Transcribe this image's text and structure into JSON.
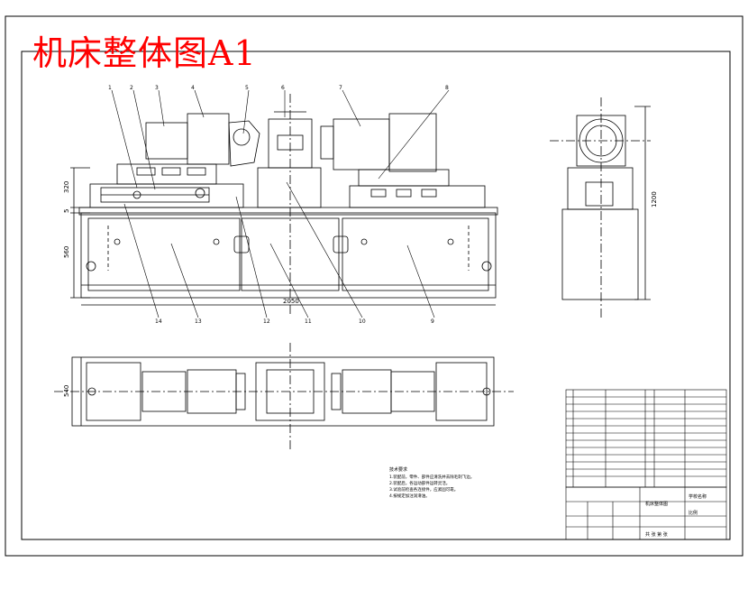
{
  "drawing_title": "机床整体图A1",
  "dimensions": {
    "height_upper": "320",
    "gap": "5",
    "height_lower": "560",
    "width_total": "2050",
    "height_side": "1200",
    "width_plan": "540"
  },
  "balloons_top": [
    "1",
    "2",
    "3",
    "4",
    "5",
    "6",
    "7",
    "8"
  ],
  "balloons_bottom": [
    "14",
    "13",
    "12",
    "11",
    "10",
    "9"
  ],
  "notes_heading": "技术要求",
  "notes": [
    "1.装配前，零件、部件应清洗并去除毛刺飞边。",
    "2.装配后，各运动部件运转灵活。",
    "3.试验前检查各连接件，应紧固可靠。",
    "4.按规定加注润滑油。"
  ],
  "title_block": {
    "drawing_name": "机床整体图",
    "school": "学校名称",
    "scale_label": "比例",
    "sheet_label": "共 张 第 张"
  },
  "colors": {
    "title": "#ff0000",
    "line": "#000000",
    "paper": "#ffffff"
  }
}
